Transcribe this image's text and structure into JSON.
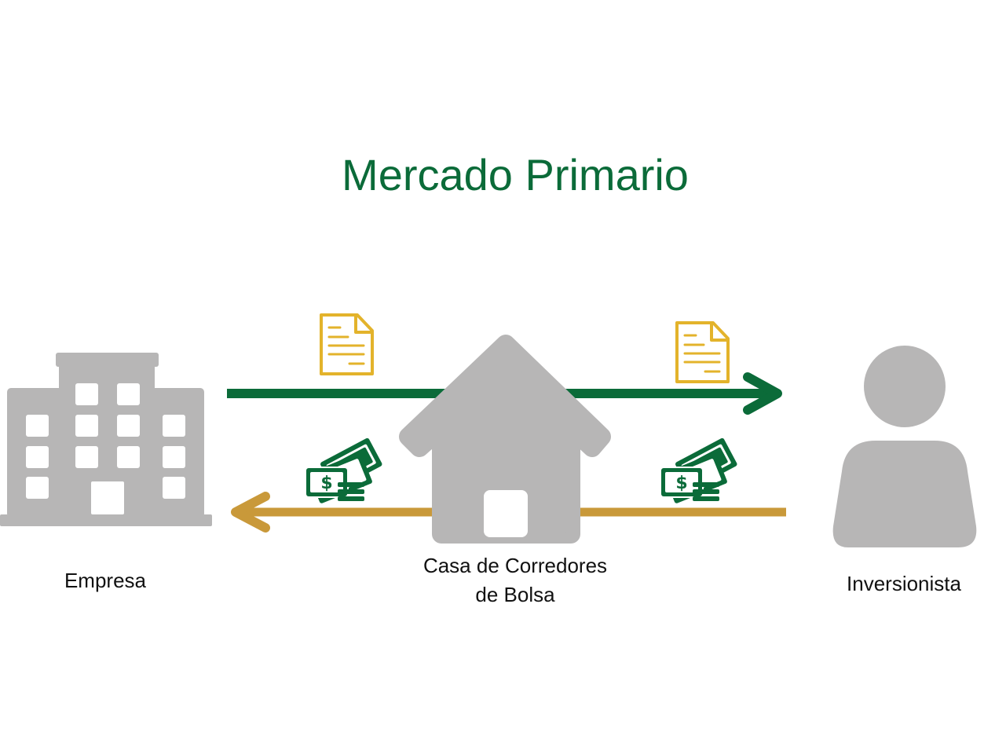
{
  "title": "Mercado Primario",
  "nodes": {
    "empresa": "Empresa",
    "casa_line1": "Casa de Corredores",
    "casa_line2": "de Bolsa",
    "inversionista": "Inversionista"
  },
  "colors": {
    "title": "#0b6b39",
    "securities_arrow": "#0b6b39",
    "money_arrow": "#c9993a",
    "document_icon": "#e3b32b",
    "money_icon": "#0b6b39",
    "entity_icon": "#b7b6b6"
  }
}
